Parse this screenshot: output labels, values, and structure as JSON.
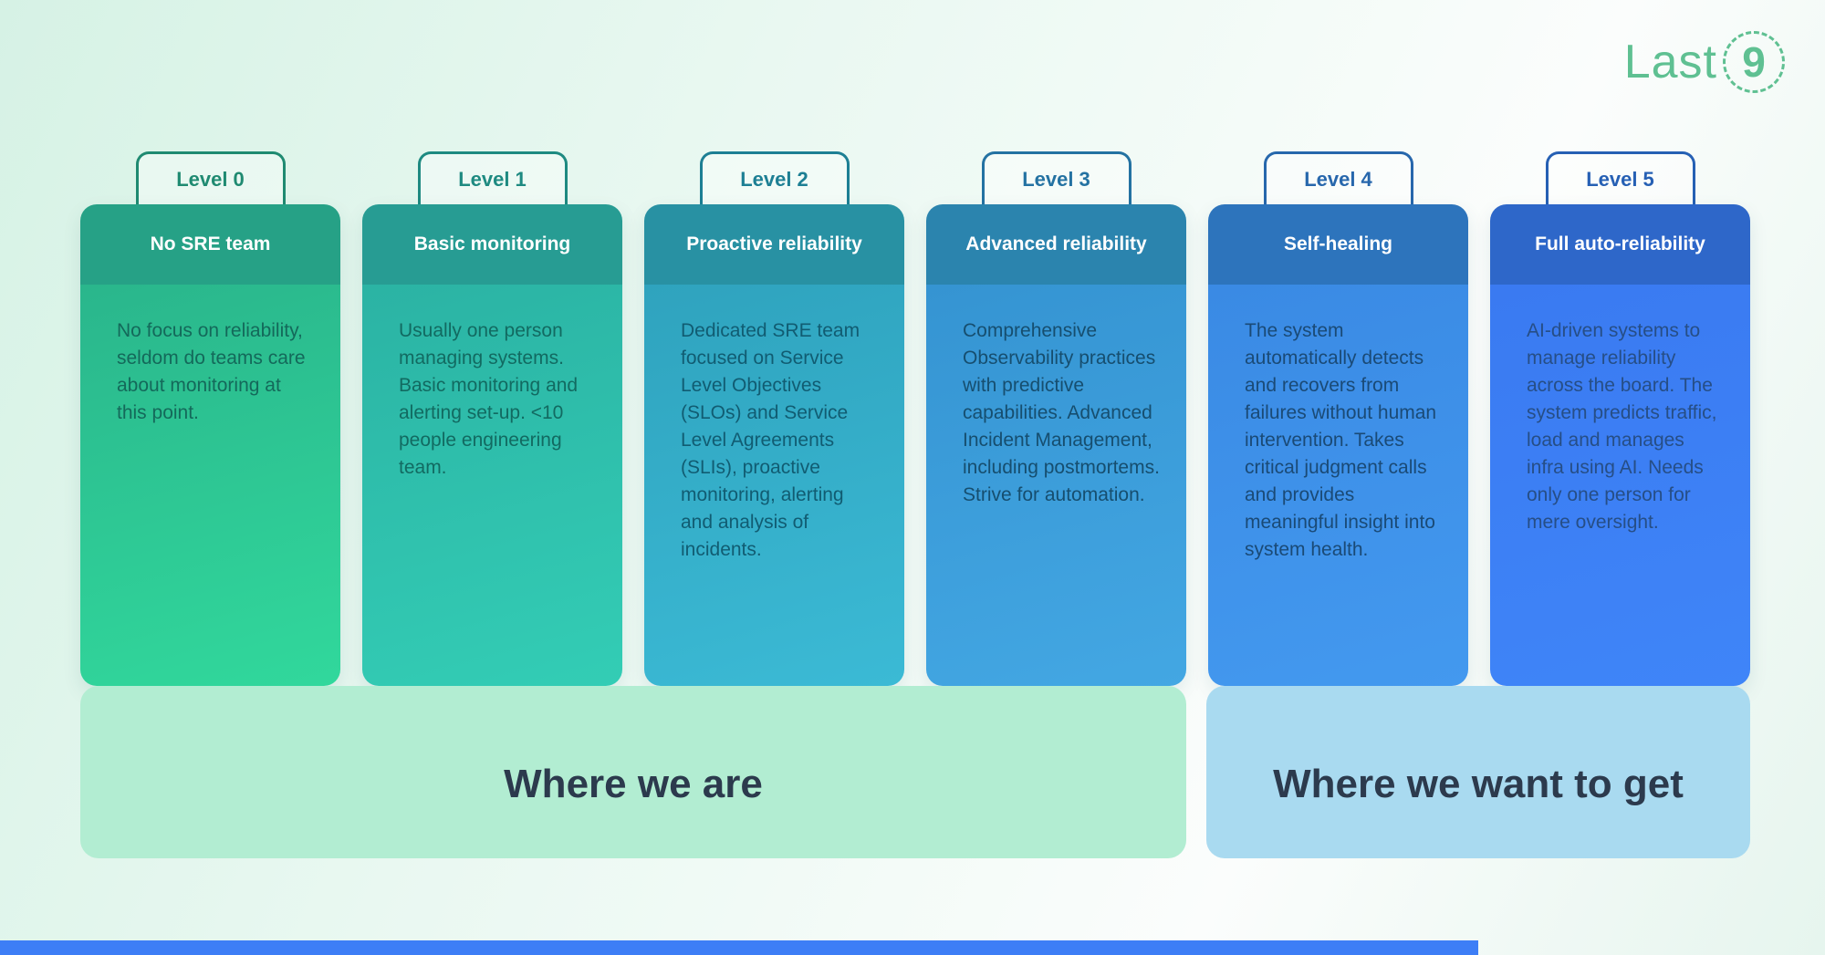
{
  "logo": {
    "word": "Last",
    "digit": "9"
  },
  "colors": {
    "logo": "#5fc092",
    "bottom_bar": "#3d7ef6",
    "background_start": "#d6f2e5",
    "background_end": "#fbfdfc"
  },
  "levels": [
    {
      "tab_label": "Level 0",
      "title": "No SRE team",
      "description": "No focus on reliability, seldom do teams care about monitoring at this point.",
      "tab_color": "#1f8a71",
      "header_bg": "#26a186",
      "body_top": "#2ab68c",
      "body_bottom": "#31d89c",
      "text_color": "#14695a"
    },
    {
      "tab_label": "Level 1",
      "title": "Basic monitoring",
      "description": "Usually one person managing systems. Basic monitoring and alerting set-up. <10 people engineering team.",
      "tab_color": "#1e8a81",
      "header_bg": "#279c93",
      "body_top": "#2bb3a4",
      "body_bottom": "#33cdb5",
      "text_color": "#126a61"
    },
    {
      "tab_label": "Level 2",
      "title": "Proactive reliability",
      "description": "Dedicated SRE team focused on Service Level Objectives (SLOs) and Service Level Agreements (SLIs), proactive monitoring, alerting and analysis of incidents.",
      "tab_color": "#1d7f94",
      "header_bg": "#2891a3",
      "body_top": "#2fa3be",
      "body_bottom": "#3bbad5",
      "text_color": "#115c72"
    },
    {
      "tab_label": "Level 3",
      "title": "Advanced reliability",
      "description": "Comprehensive Observability practices with predictive capabilities. Advanced Incident Management, including postmortems. Strive for automation.",
      "tab_color": "#2472a2",
      "header_bg": "#2b84ae",
      "body_top": "#3594d2",
      "body_bottom": "#43a7e3",
      "text_color": "#164e6f"
    },
    {
      "tab_label": "Level 4",
      "title": "Self-healing",
      "description": "The system automatically detects and recovers from failures without human intervention. Takes critical judgment calls and provides meaningful insight into system health.",
      "tab_color": "#2767ac",
      "header_bg": "#2d74bc",
      "body_top": "#3a8ae4",
      "body_bottom": "#4399ef",
      "text_color": "#1a4a76"
    },
    {
      "tab_label": "Level 5",
      "title": "Full auto-reliability",
      "description": "AI-driven systems to manage reliability across the board. The system predicts traffic, load and manages infra using AI. Needs only one person for mere oversight.",
      "tab_color": "#2660b4",
      "header_bg": "#2e67c9",
      "body_top": "#3a7af1",
      "body_bottom": "#3f85f8",
      "text_color": "#264e86"
    }
  ],
  "footer_panels": [
    {
      "label": "Where we are",
      "bg": "#b2edd2",
      "text_color": "#2c3a4d"
    },
    {
      "label": "Where we want to get",
      "bg": "#a9daf0",
      "text_color": "#2c3a4d"
    }
  ]
}
